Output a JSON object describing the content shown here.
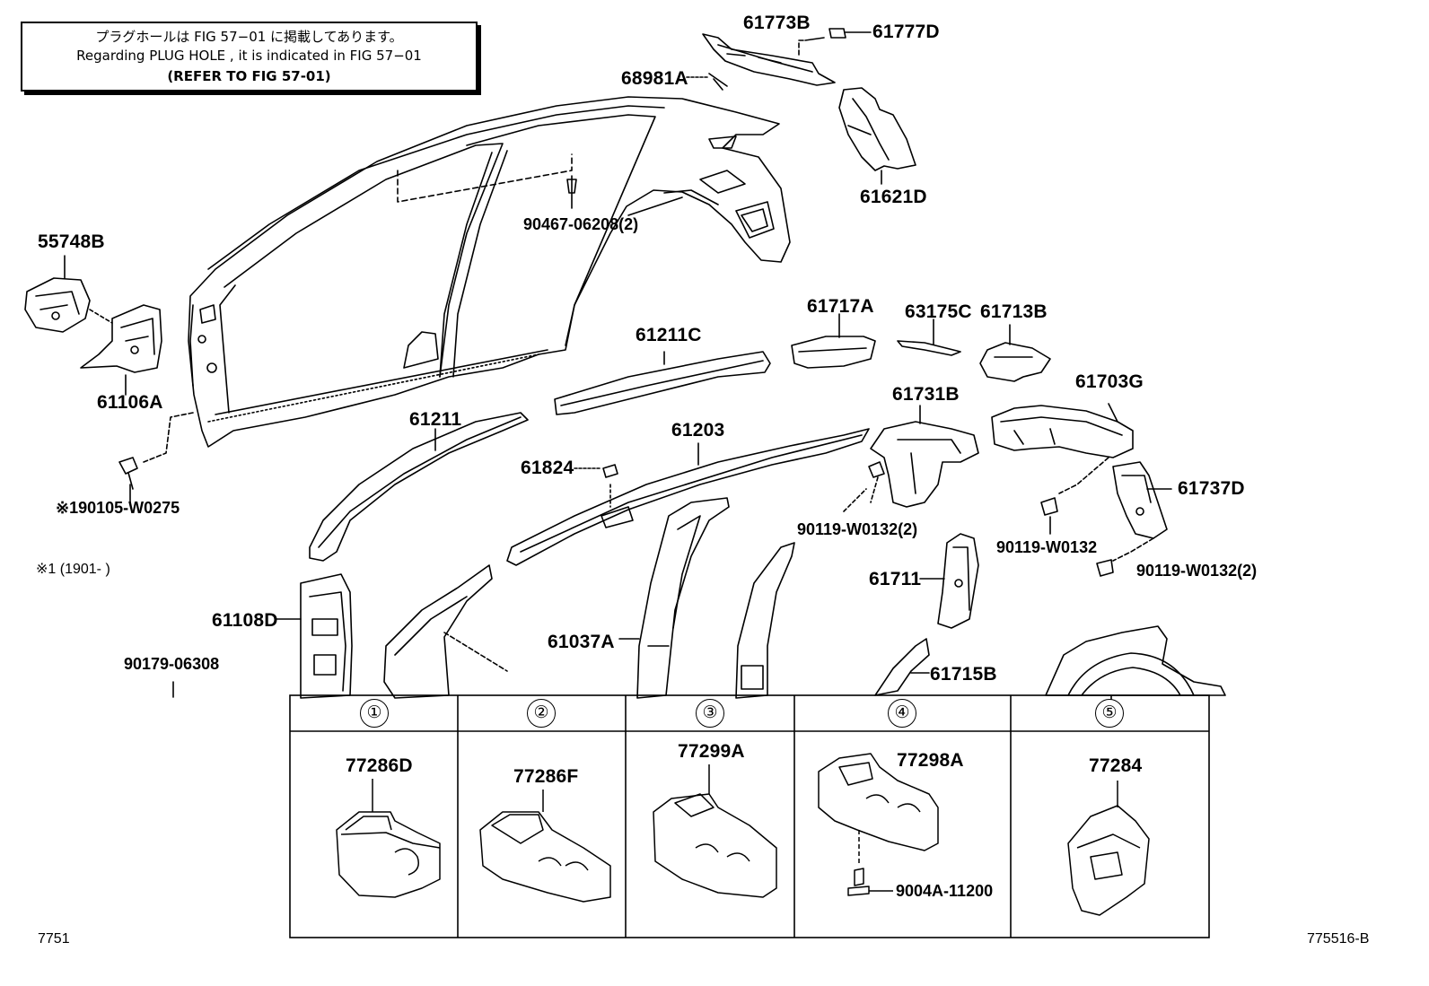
{
  "note": {
    "line_jp": "プラグホールは FIG 57−01 に掲載してあります。",
    "line_en": "Regarding PLUG HOLE , it is indicated in FIG 57−01",
    "line_ref": "(REFER TO FIG 57-01)"
  },
  "labels": {
    "p61773B": "61773B",
    "p61777D": "61777D",
    "p68981A": "68981A",
    "p61621D": "61621D",
    "p90467": "90467-06208(2)",
    "p55748B": "55748B",
    "p61106A": "61106A",
    "p61717A": "61717A",
    "p63175C": "63175C",
    "p61713B": "61713B",
    "p61211C": "61211C",
    "p61703G": "61703G",
    "p61731B": "61731B",
    "p61211": "61211",
    "p61203": "61203",
    "p61824": "61824",
    "p190105": "※190105-W0275",
    "p90119a": "90119-W0132(2)",
    "p61737D": "61737D",
    "p90119b": "90119-W0132",
    "p90119c": "90119-W0132(2)",
    "p61711": "61711",
    "note1": "※1 (1901-     )",
    "p61108D": "61108D",
    "p61037A": "61037A",
    "p90179": "90179-06308",
    "p61715B": "61715B"
  },
  "table": {
    "cells": [
      {
        "num": "①",
        "part": "77286D"
      },
      {
        "num": "②",
        "part": "77286F"
      },
      {
        "num": "③",
        "part": "77299A"
      },
      {
        "num": "④",
        "part": "77298A"
      },
      {
        "num": "⑤",
        "part": "77284"
      }
    ],
    "bolt": "9004A-11200"
  },
  "footer": {
    "left": "7751",
    "right": "775516-B"
  }
}
